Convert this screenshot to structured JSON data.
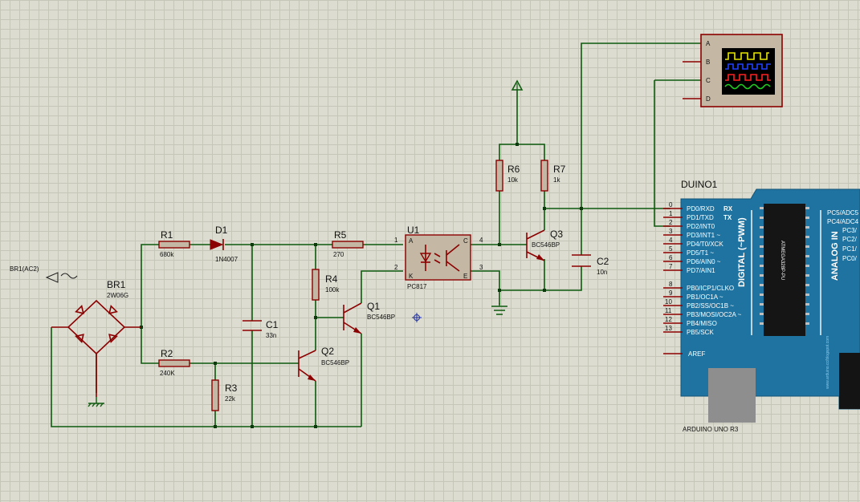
{
  "input": {
    "terminal": "BR1(AC2)"
  },
  "components": {
    "br1": {
      "name": "BR1",
      "value": "2W06G"
    },
    "r1": {
      "name": "R1",
      "value": "680k"
    },
    "d1": {
      "name": "D1",
      "value": "1N4007"
    },
    "r2": {
      "name": "R2",
      "value": "240K"
    },
    "r3": {
      "name": "R3",
      "value": "22k"
    },
    "c1": {
      "name": "C1",
      "value": "33n"
    },
    "r4": {
      "name": "R4",
      "value": "100k"
    },
    "q1": {
      "name": "Q1",
      "value": "BC546BP"
    },
    "q2": {
      "name": "Q2",
      "value": "BC546BP"
    },
    "r5": {
      "name": "R5",
      "value": "270"
    },
    "u1": {
      "name": "U1",
      "value": "PC817",
      "pin_a": "A",
      "pin_k": "K",
      "pin_c": "C",
      "pin_e": "E",
      "pin1": "1",
      "pin2": "2",
      "pin3": "3",
      "pin4": "4"
    },
    "r6": {
      "name": "R6",
      "value": "10k"
    },
    "r7": {
      "name": "R7",
      "value": "1k"
    },
    "q3": {
      "name": "Q3",
      "value": "BC546BP"
    },
    "c2": {
      "name": "C2",
      "value": "10n"
    }
  },
  "oscilloscope": {
    "channels": [
      "A",
      "B",
      "C",
      "D"
    ],
    "trace_colors": [
      "#e8e800",
      "#2040ff",
      "#ff2020",
      "#20d020"
    ]
  },
  "arduino": {
    "name": "DUINO1",
    "model": "ARDUINO UNO R3",
    "digital_label": "DIGITAL (~PWM)",
    "analog_label": "ANALOG IN",
    "rx": "RX",
    "tx": "TX",
    "chip": "ATMEGA328P-PU",
    "footer": "www.arduino.cc/blogspot.com",
    "digital_pins": [
      {
        "num": "0",
        "name": "PD0/RXD"
      },
      {
        "num": "1",
        "name": "PD1/TXD"
      },
      {
        "num": "2",
        "name": "PD2/INT0"
      },
      {
        "num": "3",
        "name": "PD3/INT1 ~"
      },
      {
        "num": "4",
        "name": "PD4/T0/XCK"
      },
      {
        "num": "5",
        "name": "PD5/T1 ~"
      },
      {
        "num": "6",
        "name": "PD6/AIN0 ~"
      },
      {
        "num": "7",
        "name": "PD7/AIN1"
      },
      {
        "num": "8",
        "name": "PB0/ICP1/CLKO"
      },
      {
        "num": "9",
        "name": "PB1/OC1A ~"
      },
      {
        "num": "10",
        "name": "PB2/SS/OC1B ~"
      },
      {
        "num": "11",
        "name": "PB3/MOSI/OC2A ~"
      },
      {
        "num": "12",
        "name": "PB4/MISO"
      },
      {
        "num": "13",
        "name": "PB5/SCK"
      }
    ],
    "aref": "AREF",
    "analog_pins": [
      "PC5/ADC5",
      "PC4/ADC4",
      "PC3/",
      "PC2/",
      "PC1/",
      "PC0/"
    ]
  }
}
